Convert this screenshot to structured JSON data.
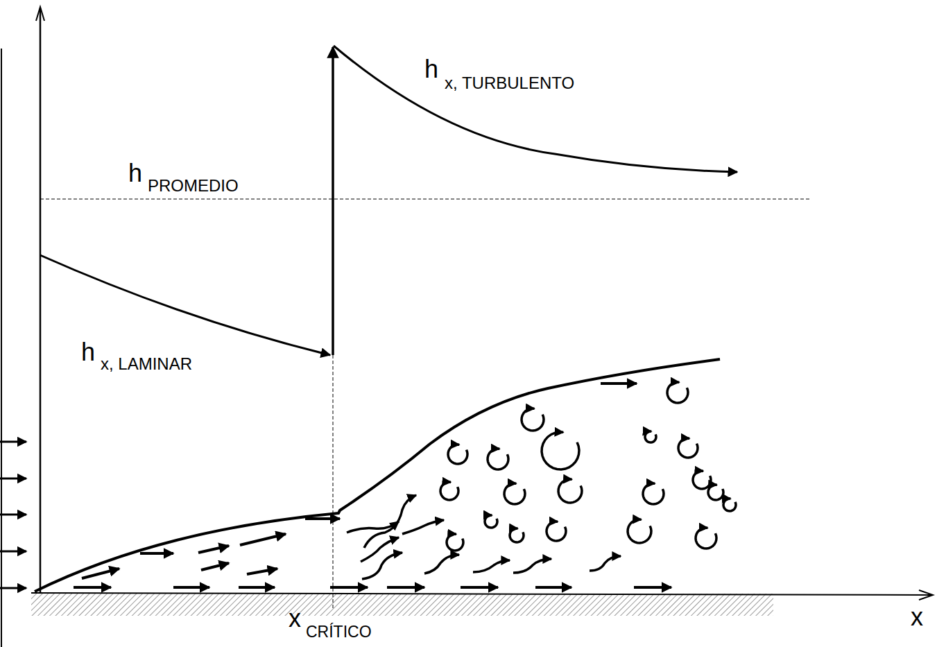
{
  "diagram": {
    "labels": [
      "h",
      "x, TURBULENTO",
      "h",
      "PROMEDIO",
      "h",
      "x, LAMINAR",
      "x",
      "CRÍTICO",
      "x"
    ]
  }
}
